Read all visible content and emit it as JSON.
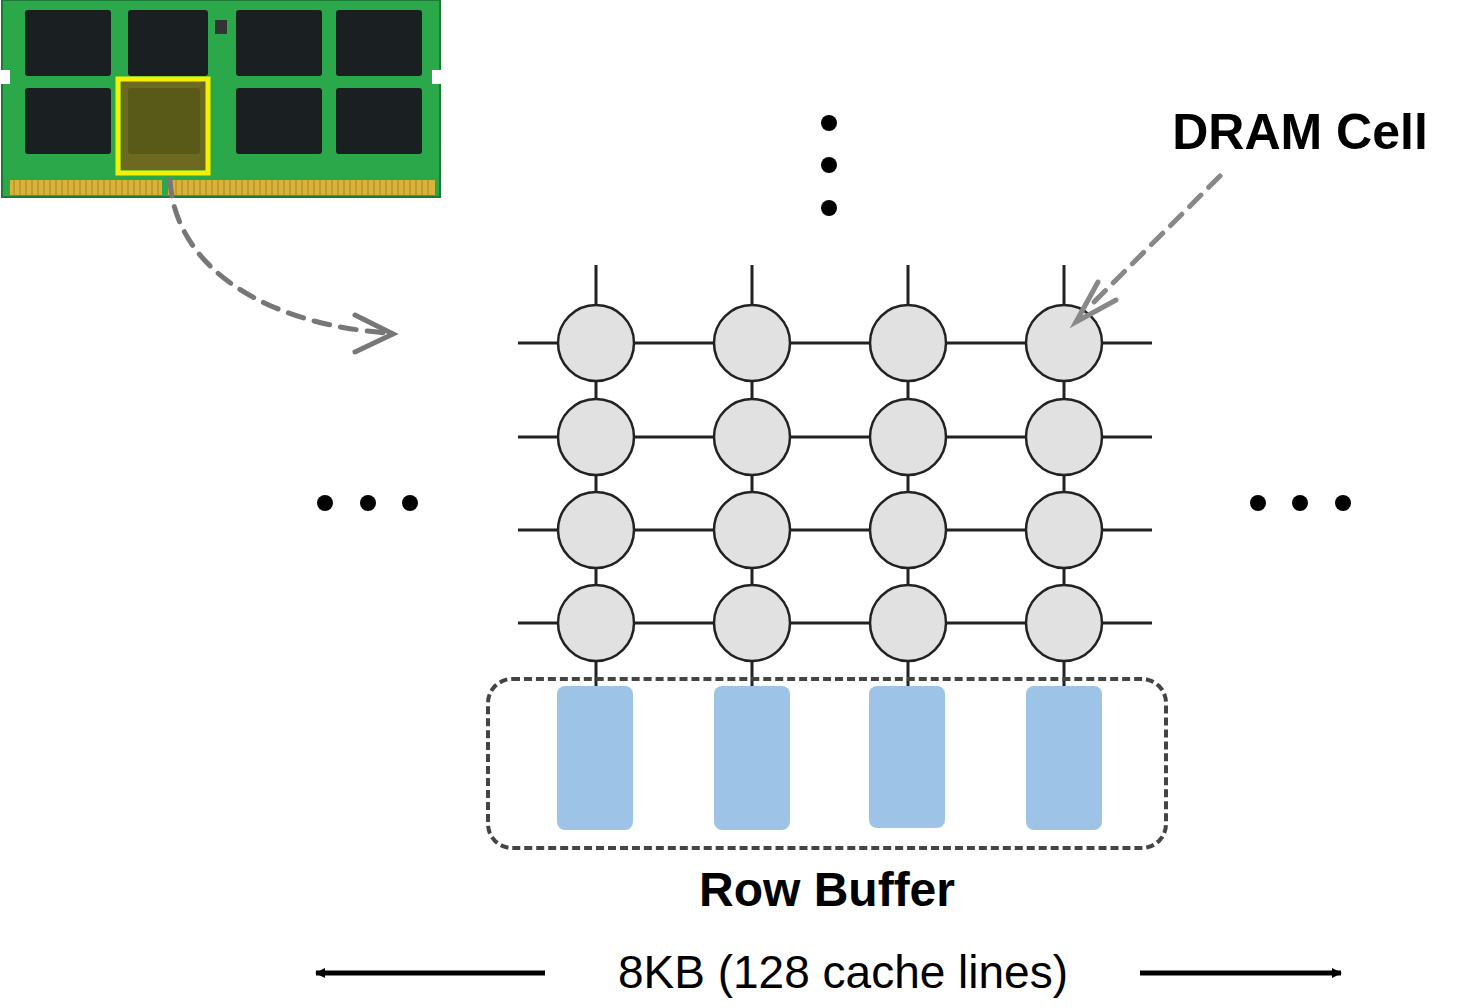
{
  "diagram": {
    "nodes": [
      {
        "text": [
          "Row Buffer"
        ]
      }
    ],
    "labels": [
      "DRAM Cell",
      "8KB (128 cache lines)"
    ]
  }
}
